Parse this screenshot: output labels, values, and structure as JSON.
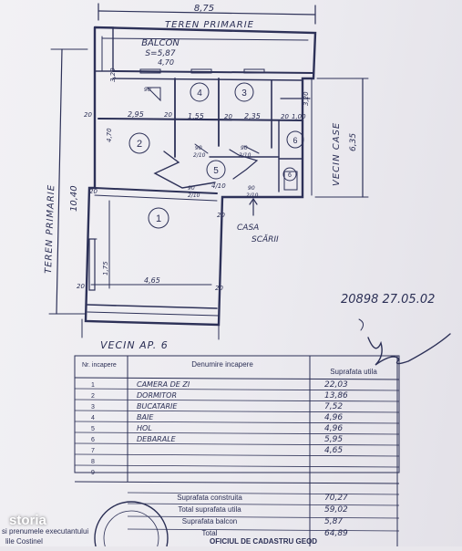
{
  "plan": {
    "top_dim": "8,75",
    "top_street": "TEREN PRIMARIE",
    "left_street": "TEREN PRIMARIE",
    "left_dim": "10,40",
    "right_street": "VECIN CASE",
    "right_dim": "6,35",
    "balcon_label": "BALCON",
    "balcon_area": "S=5,87",
    "balcon_width": "4,70",
    "balcon_side": "3,20",
    "room_numbers": [
      "1",
      "2",
      "3",
      "4",
      "5",
      "6",
      "6"
    ],
    "dims": {
      "d_20_a": "20",
      "d_295": "2,95",
      "d_20_b": "20",
      "d_155": "1,55",
      "d_20_c": "20",
      "d_235": "2,35",
      "d_20_d": "20",
      "d_100": "1,00",
      "d_320": "3,20",
      "d_470": "4,70",
      "d_90_a": "90",
      "d_90_b": "90",
      "d_90_c": "90",
      "d_90_d": "90",
      "d_90_e": "90",
      "d_210_a": "2/10",
      "d_210_b": "2/10",
      "d_210_c": "2/10",
      "d_210_d": "2/10",
      "d_410": "4/10",
      "d_175": "1,75",
      "d_465": "4,65",
      "d_20_e": "20",
      "d_20_f": "20",
      "d_20_g": "20",
      "d_20_h": "20"
    },
    "casa": "CASA",
    "scarii": "SCĂRII",
    "bottom_neighbor": "VECIN AP. 6",
    "stamp_note": "20898 27.05.02",
    "signature": "signature-scribble"
  },
  "table": {
    "headers": [
      "Nr. incapere",
      "Denumire incapere",
      "Suprafata utila"
    ],
    "rows": [
      [
        "1",
        "CAMERA DE ZI",
        "22,03"
      ],
      [
        "2",
        "DORMITOR",
        "13,86"
      ],
      [
        "3",
        "BUCATARIE",
        "7,52"
      ],
      [
        "4",
        "BAIE",
        "4,96"
      ],
      [
        "5",
        "HOL",
        "4,96"
      ],
      [
        "6",
        "DEBARALE",
        "5,95"
      ],
      [
        "7",
        "",
        "4,65"
      ],
      [
        "8",
        "",
        ""
      ],
      [
        "9",
        "",
        ""
      ]
    ],
    "summary": [
      [
        "Suprafata construita",
        "70,27"
      ],
      [
        "Total suprafata utila",
        "59,02"
      ],
      [
        "Suprafata balcon",
        "5,87"
      ],
      [
        "Total",
        "64,89"
      ]
    ]
  },
  "footer": {
    "left_line1": "si prenumele executantului",
    "left_line2": "lile Costinel",
    "office": "OFICIUL DE CADASTRU GEOD"
  },
  "watermark": "storia",
  "colors": {
    "ink": "#2b2f55",
    "paper": "#eceaf0",
    "brand": "#ffffff"
  }
}
